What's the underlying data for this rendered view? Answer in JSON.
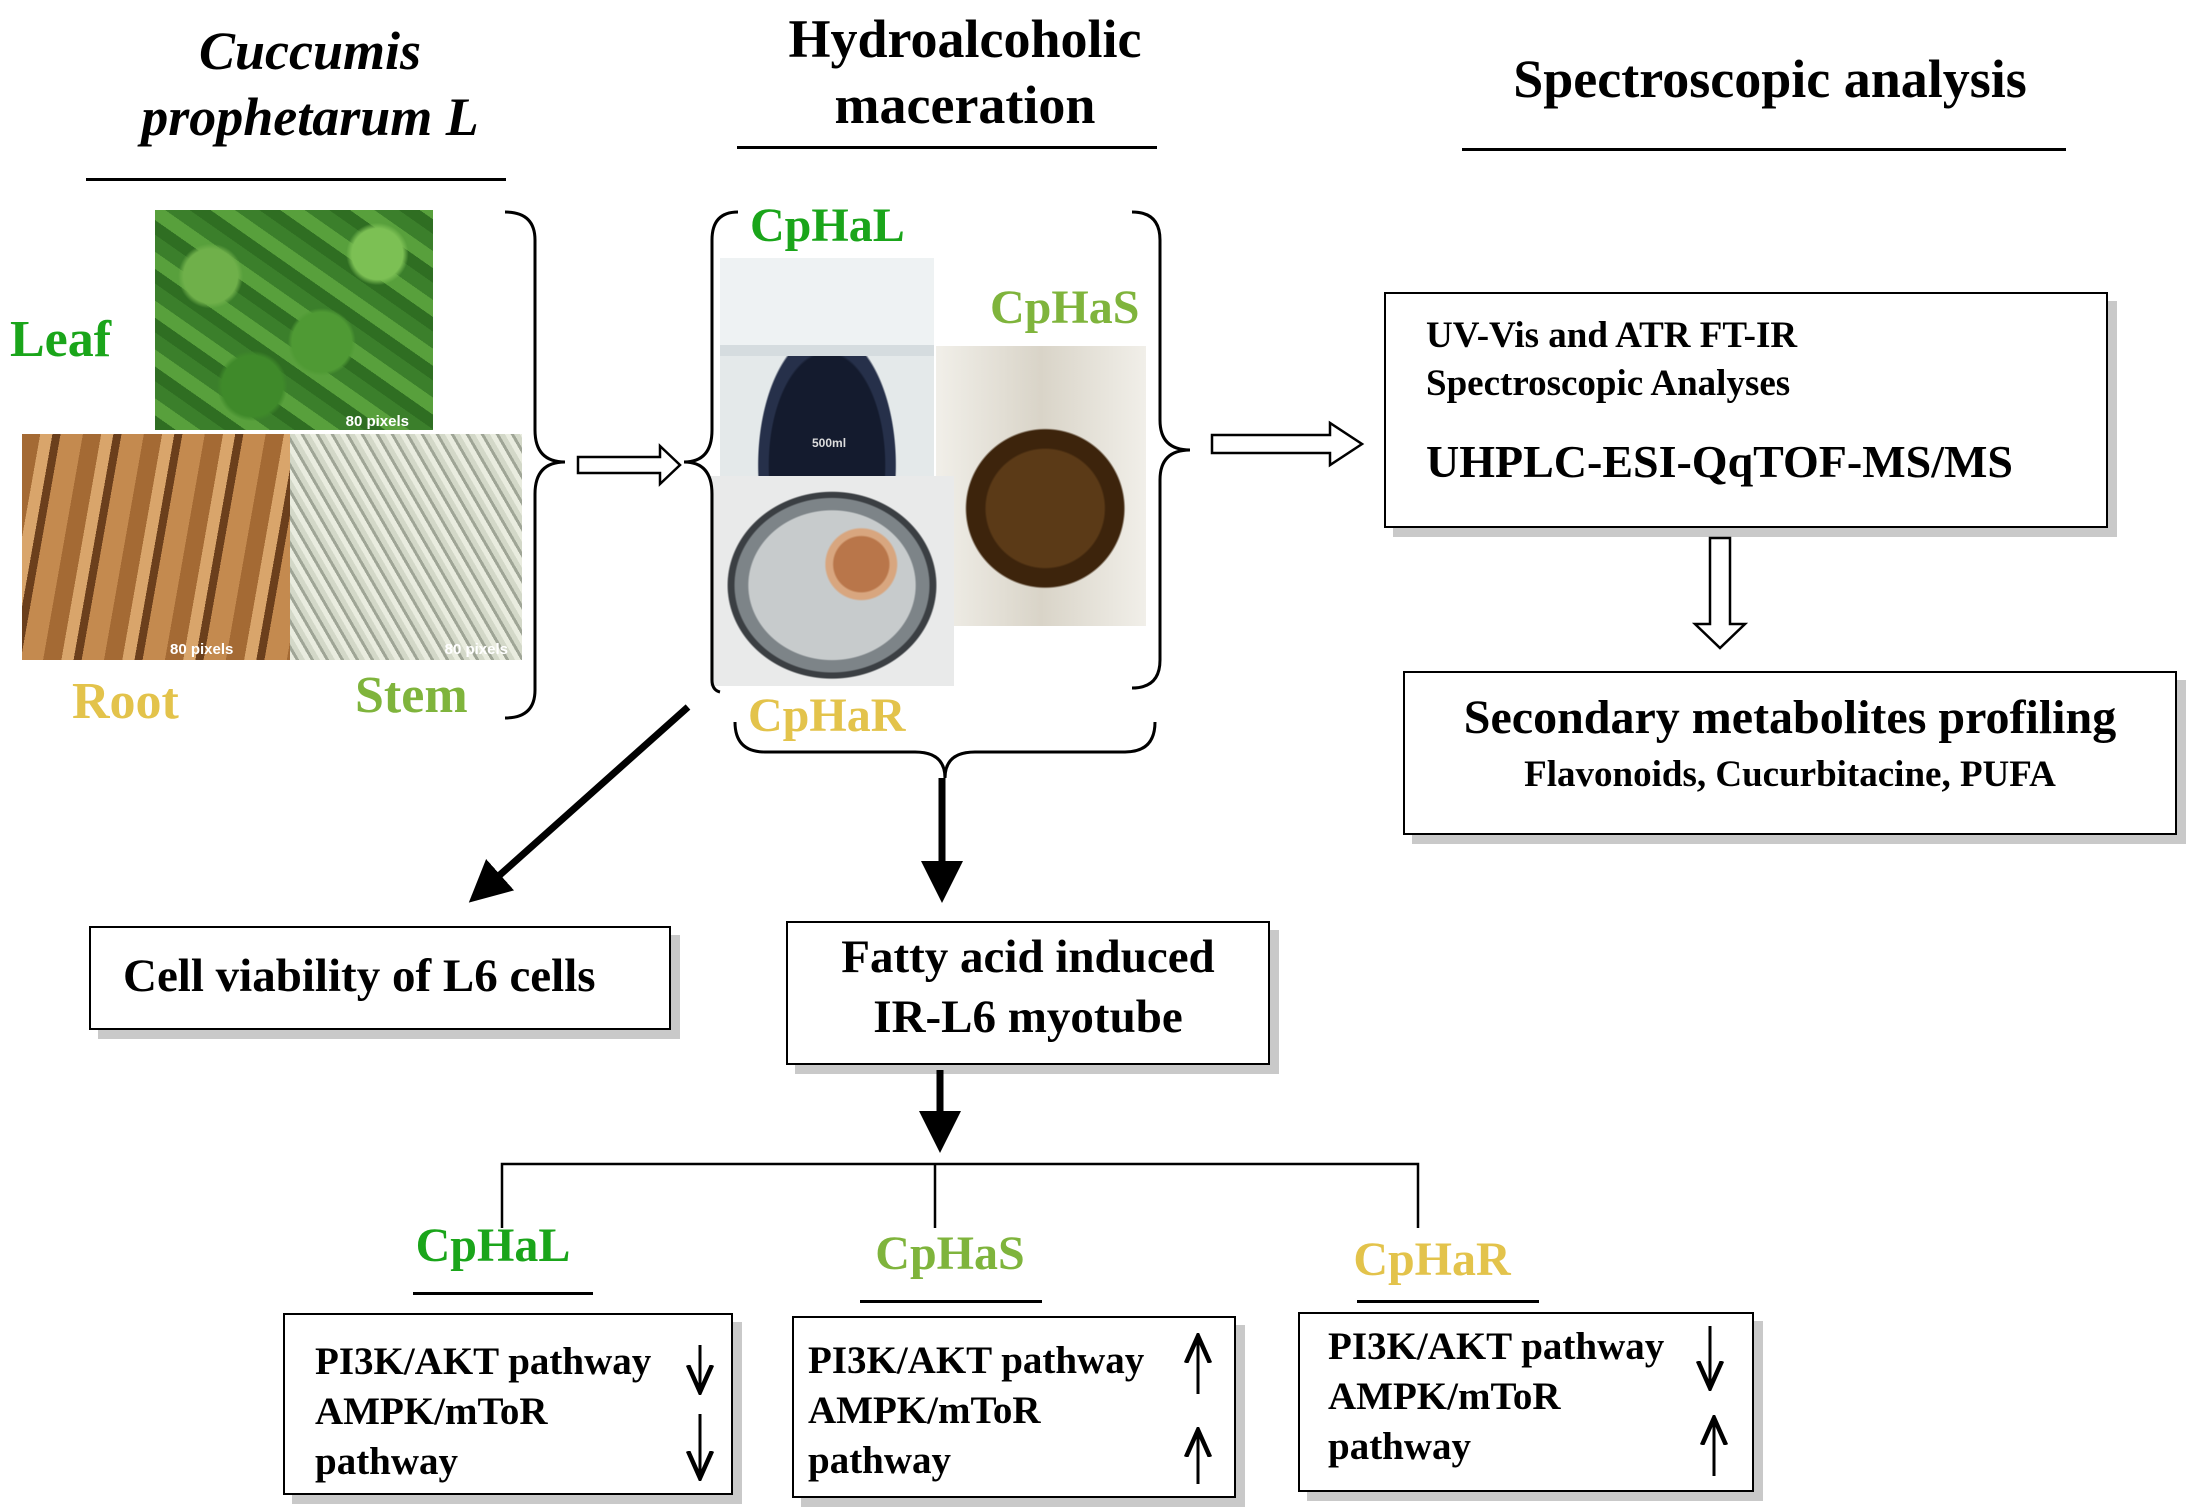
{
  "headers": {
    "plant_line1": "Cuccumis",
    "plant_line2": "prophetarum L",
    "maceration_line1": "Hydroalcoholic",
    "maceration_line2": "maceration",
    "spectroscopy": "Spectroscopic analysis"
  },
  "plant_parts": {
    "leaf": "Leaf",
    "root": "Root",
    "stem": "Stem"
  },
  "extracts": {
    "leaf": "CpHaL",
    "stem": "CpHaS",
    "root": "CpHaR"
  },
  "spectro_box": {
    "line1": "UV-Vis and ATR FT-IR",
    "line2": "Spectroscopic Analyses",
    "line3": "UHPLC-ESI-QqTOF-MS/MS"
  },
  "metabolites_box": {
    "title": "Secondary metabolites profiling",
    "subtitle": "Flavonoids, Cucurbitacine, PUFA"
  },
  "viability_box": {
    "label": "Cell viability of L6 cells"
  },
  "myotube_box": {
    "line1": "Fatty acid induced",
    "line2": "IR-L6 myotube"
  },
  "results": [
    {
      "title": "CpHaL",
      "line1": "PI3K/AKT pathway",
      "line2": "AMPK/mToR",
      "line3": "pathway",
      "arrow1": "down-arrow",
      "arrow2": "down-arrow"
    },
    {
      "title": "CpHaS",
      "line1": "PI3K/AKT pathway",
      "line2": "AMPK/mToR",
      "line3": "pathway",
      "arrow1": "up-arrow",
      "arrow2": "up-arrow"
    },
    {
      "title": "CpHaR",
      "line1": "PI3K/AKT pathway",
      "line2": "AMPK/mToR",
      "line3": "pathway",
      "arrow1": "down-arrow",
      "arrow2": "up-arrow"
    }
  ],
  "photo_scale_labels": {
    "leaf": "80 pixels",
    "root": "80 pixels",
    "stem": "80 pixels",
    "flask": "500ml"
  },
  "colors": {
    "leaf_green": "#1aa51a",
    "stem_green": "#7fb43c",
    "root_gold": "#e3c34b",
    "shadow": "#c9c9c9"
  }
}
